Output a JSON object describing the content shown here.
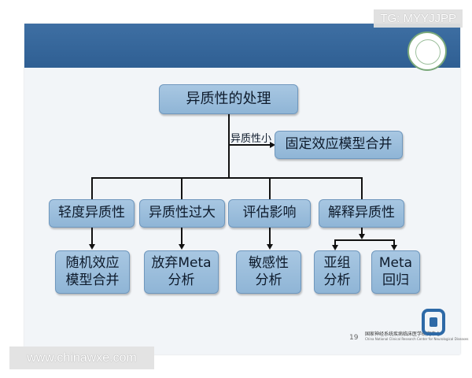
{
  "watermark_top": "TG: MYYJJPP",
  "watermark_bottom": "www.chinawxe.com",
  "diagram": {
    "root": "异质性的处理",
    "edge_label": "异质性小",
    "fixed_effect": "固定效应模型合并",
    "level1": [
      "轻度异质性",
      "异质性过大",
      "评估影响",
      "解释异质性"
    ],
    "level2": {
      "mild": "随机效应\n模型合并",
      "large": "放弃Meta\n分析",
      "assess": "敏感性\n分析",
      "explain_a": "亚组\n分析",
      "explain_b": "Meta\n回归"
    }
  },
  "footer": {
    "page_number": "19",
    "center_name": "国家神经系统疾病临床医学研究中心",
    "center_name_en": "China National Clinical Research Center for Neurological Diseases"
  },
  "colors": {
    "header_blue": "#2f5f93",
    "box_fill": "#9dbfdd",
    "box_border": "#6f97bd",
    "connector": "#111111"
  },
  "icons": {
    "top_right_logo": "university-seal-icon",
    "bottom_right_logo": "research-center-logo-icon"
  }
}
